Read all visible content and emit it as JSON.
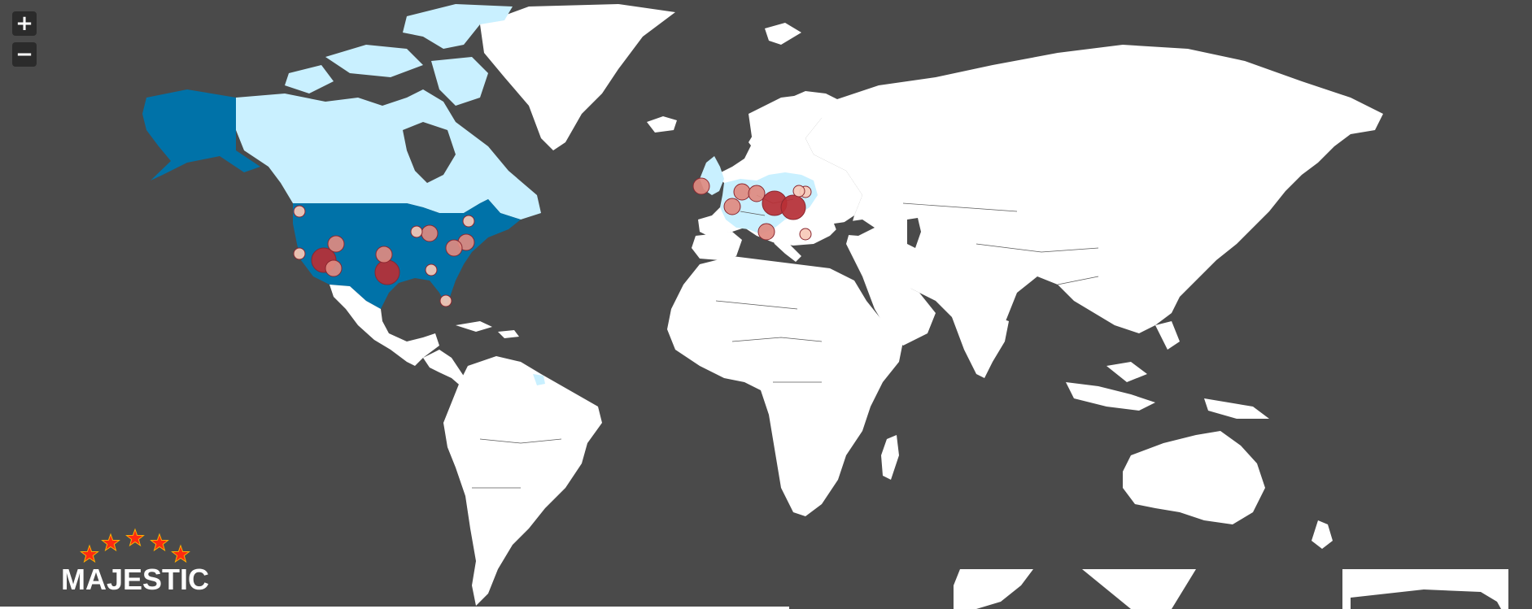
{
  "controls": {
    "zoom_in": "+",
    "zoom_out": "−"
  },
  "logo": {
    "text": "MAJESTIC",
    "star_color": "#ff2a10"
  },
  "colors": {
    "ocean": "#4a4a4a",
    "land_default": "#ffffff",
    "land_light": "#c9f0ff",
    "land_dark": "#0072a8",
    "marker_small": "#f7c9b7",
    "marker_medium": "#e08a80",
    "marker_large": "#b82f35",
    "marker_stroke": "#8a2730"
  },
  "markers": [
    {
      "region": "west-coast",
      "size": "large"
    },
    {
      "region": "west-coast",
      "size": "small"
    },
    {
      "region": "west-coast",
      "size": "medium"
    },
    {
      "region": "pacific-nw",
      "size": "small"
    },
    {
      "region": "mountain",
      "size": "medium"
    },
    {
      "region": "texas",
      "size": "large"
    },
    {
      "region": "texas-north",
      "size": "medium"
    },
    {
      "region": "great-lakes",
      "size": "medium"
    },
    {
      "region": "great-lakes",
      "size": "small"
    },
    {
      "region": "northeast",
      "size": "small"
    },
    {
      "region": "northeast",
      "size": "medium"
    },
    {
      "region": "southeast",
      "size": "small"
    },
    {
      "region": "florida",
      "size": "small"
    },
    {
      "region": "mid-atlantic",
      "size": "medium"
    },
    {
      "region": "uk",
      "size": "medium"
    },
    {
      "region": "france",
      "size": "medium"
    },
    {
      "region": "benelux",
      "size": "medium"
    },
    {
      "region": "germany",
      "size": "large"
    },
    {
      "region": "germany",
      "size": "small"
    },
    {
      "region": "czech",
      "size": "large"
    },
    {
      "region": "poland",
      "size": "small"
    },
    {
      "region": "switzerland",
      "size": "medium"
    },
    {
      "region": "italy",
      "size": "medium"
    },
    {
      "region": "balkans",
      "size": "small"
    }
  ]
}
